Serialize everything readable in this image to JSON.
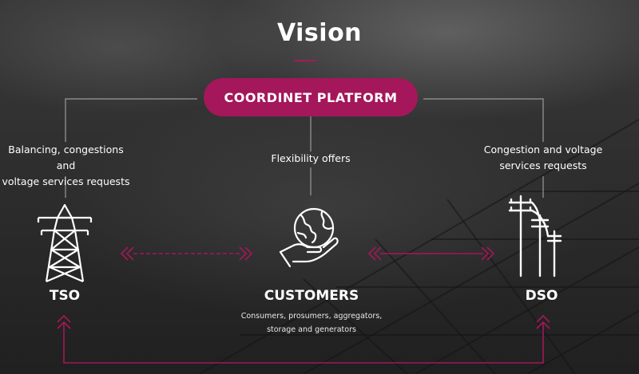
{
  "title": "Vision",
  "platform": {
    "label": "COORDINET PLATFORM"
  },
  "tso": {
    "request_line1": "Balancing, congestions and",
    "request_line2": "voltage services requests",
    "name": "TSO"
  },
  "customers": {
    "offer": "Flexibility offers",
    "name": "CUSTOMERS",
    "desc_line1": "Consumers, prosumers, aggregators,",
    "desc_line2": "storage and generators"
  },
  "dso": {
    "request_line1": "Congestion and voltage",
    "request_line2": "services requests",
    "name": "DSO"
  },
  "colors": {
    "accent": "#a4175a",
    "line": "#9a9a9a",
    "text": "#ffffff"
  },
  "icons": [
    "transmission-tower-icon",
    "globe-hand-icon",
    "utility-poles-icon",
    "double-chevron-icon"
  ]
}
